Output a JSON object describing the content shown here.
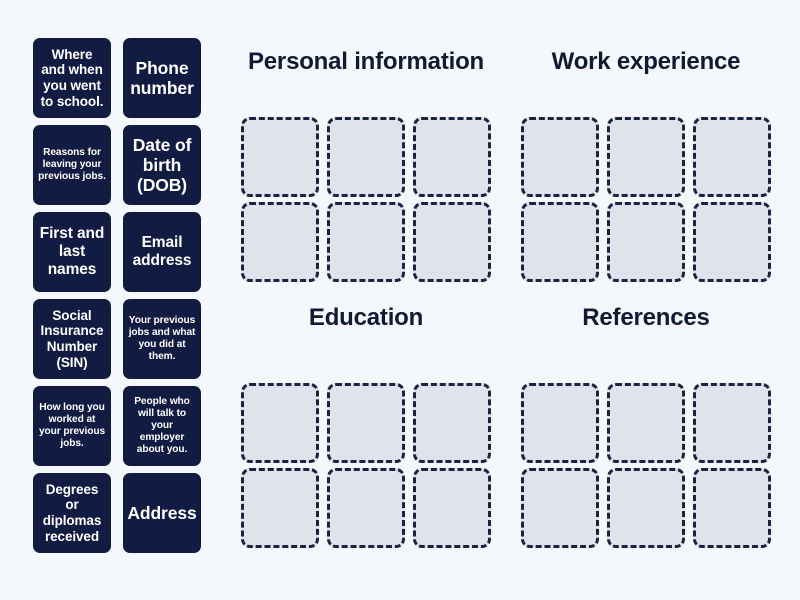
{
  "activity": {
    "type": "group-sort",
    "background_color": "#f4f7fc",
    "tile_color": "#121b42",
    "tile_text_color": "#ffffff",
    "slot_fill_color": "#dfe3ec",
    "slot_border_color": "#1b2340",
    "heading_color": "#101a33"
  },
  "tray": {
    "name": "draggable-answer-tiles",
    "tiles": [
      {
        "id": "tile-1",
        "label": "Where and when you went to school.",
        "size": "sz-md"
      },
      {
        "id": "tile-2",
        "label": "Phone number",
        "size": "sz-xl"
      },
      {
        "id": "tile-3",
        "label": "Reasons for leaving your previous jobs.",
        "size": "sz-xs"
      },
      {
        "id": "tile-4",
        "label": "Date of birth (DOB)",
        "size": "sz-xl"
      },
      {
        "id": "tile-5",
        "label": "First and last names",
        "size": "sz-lg"
      },
      {
        "id": "tile-6",
        "label": "Email address",
        "size": "sz-lg"
      },
      {
        "id": "tile-7",
        "label": "Social Insurance Number (SIN)",
        "size": "sz-md"
      },
      {
        "id": "tile-8",
        "label": "Your previous jobs and what you did at them.",
        "size": "sz-xs"
      },
      {
        "id": "tile-9",
        "label": "How long you worked at your previous jobs.",
        "size": "sz-xs"
      },
      {
        "id": "tile-10",
        "label": "People who will talk to your employer about you.",
        "size": "sz-xs"
      },
      {
        "id": "tile-11",
        "label": "Degrees or diplomas received",
        "size": "sz-md"
      },
      {
        "id": "tile-12",
        "label": "Address",
        "size": "sz-xl"
      }
    ]
  },
  "board": {
    "groups": [
      {
        "id": "group-personal-information",
        "title": "Personal information",
        "slot_count": 6,
        "filled": []
      },
      {
        "id": "group-work-experience",
        "title": "Work experience",
        "slot_count": 6,
        "filled": []
      },
      {
        "id": "group-education",
        "title": "Education",
        "slot_count": 6,
        "filled": []
      },
      {
        "id": "group-references",
        "title": "References",
        "slot_count": 6,
        "filled": []
      }
    ]
  }
}
